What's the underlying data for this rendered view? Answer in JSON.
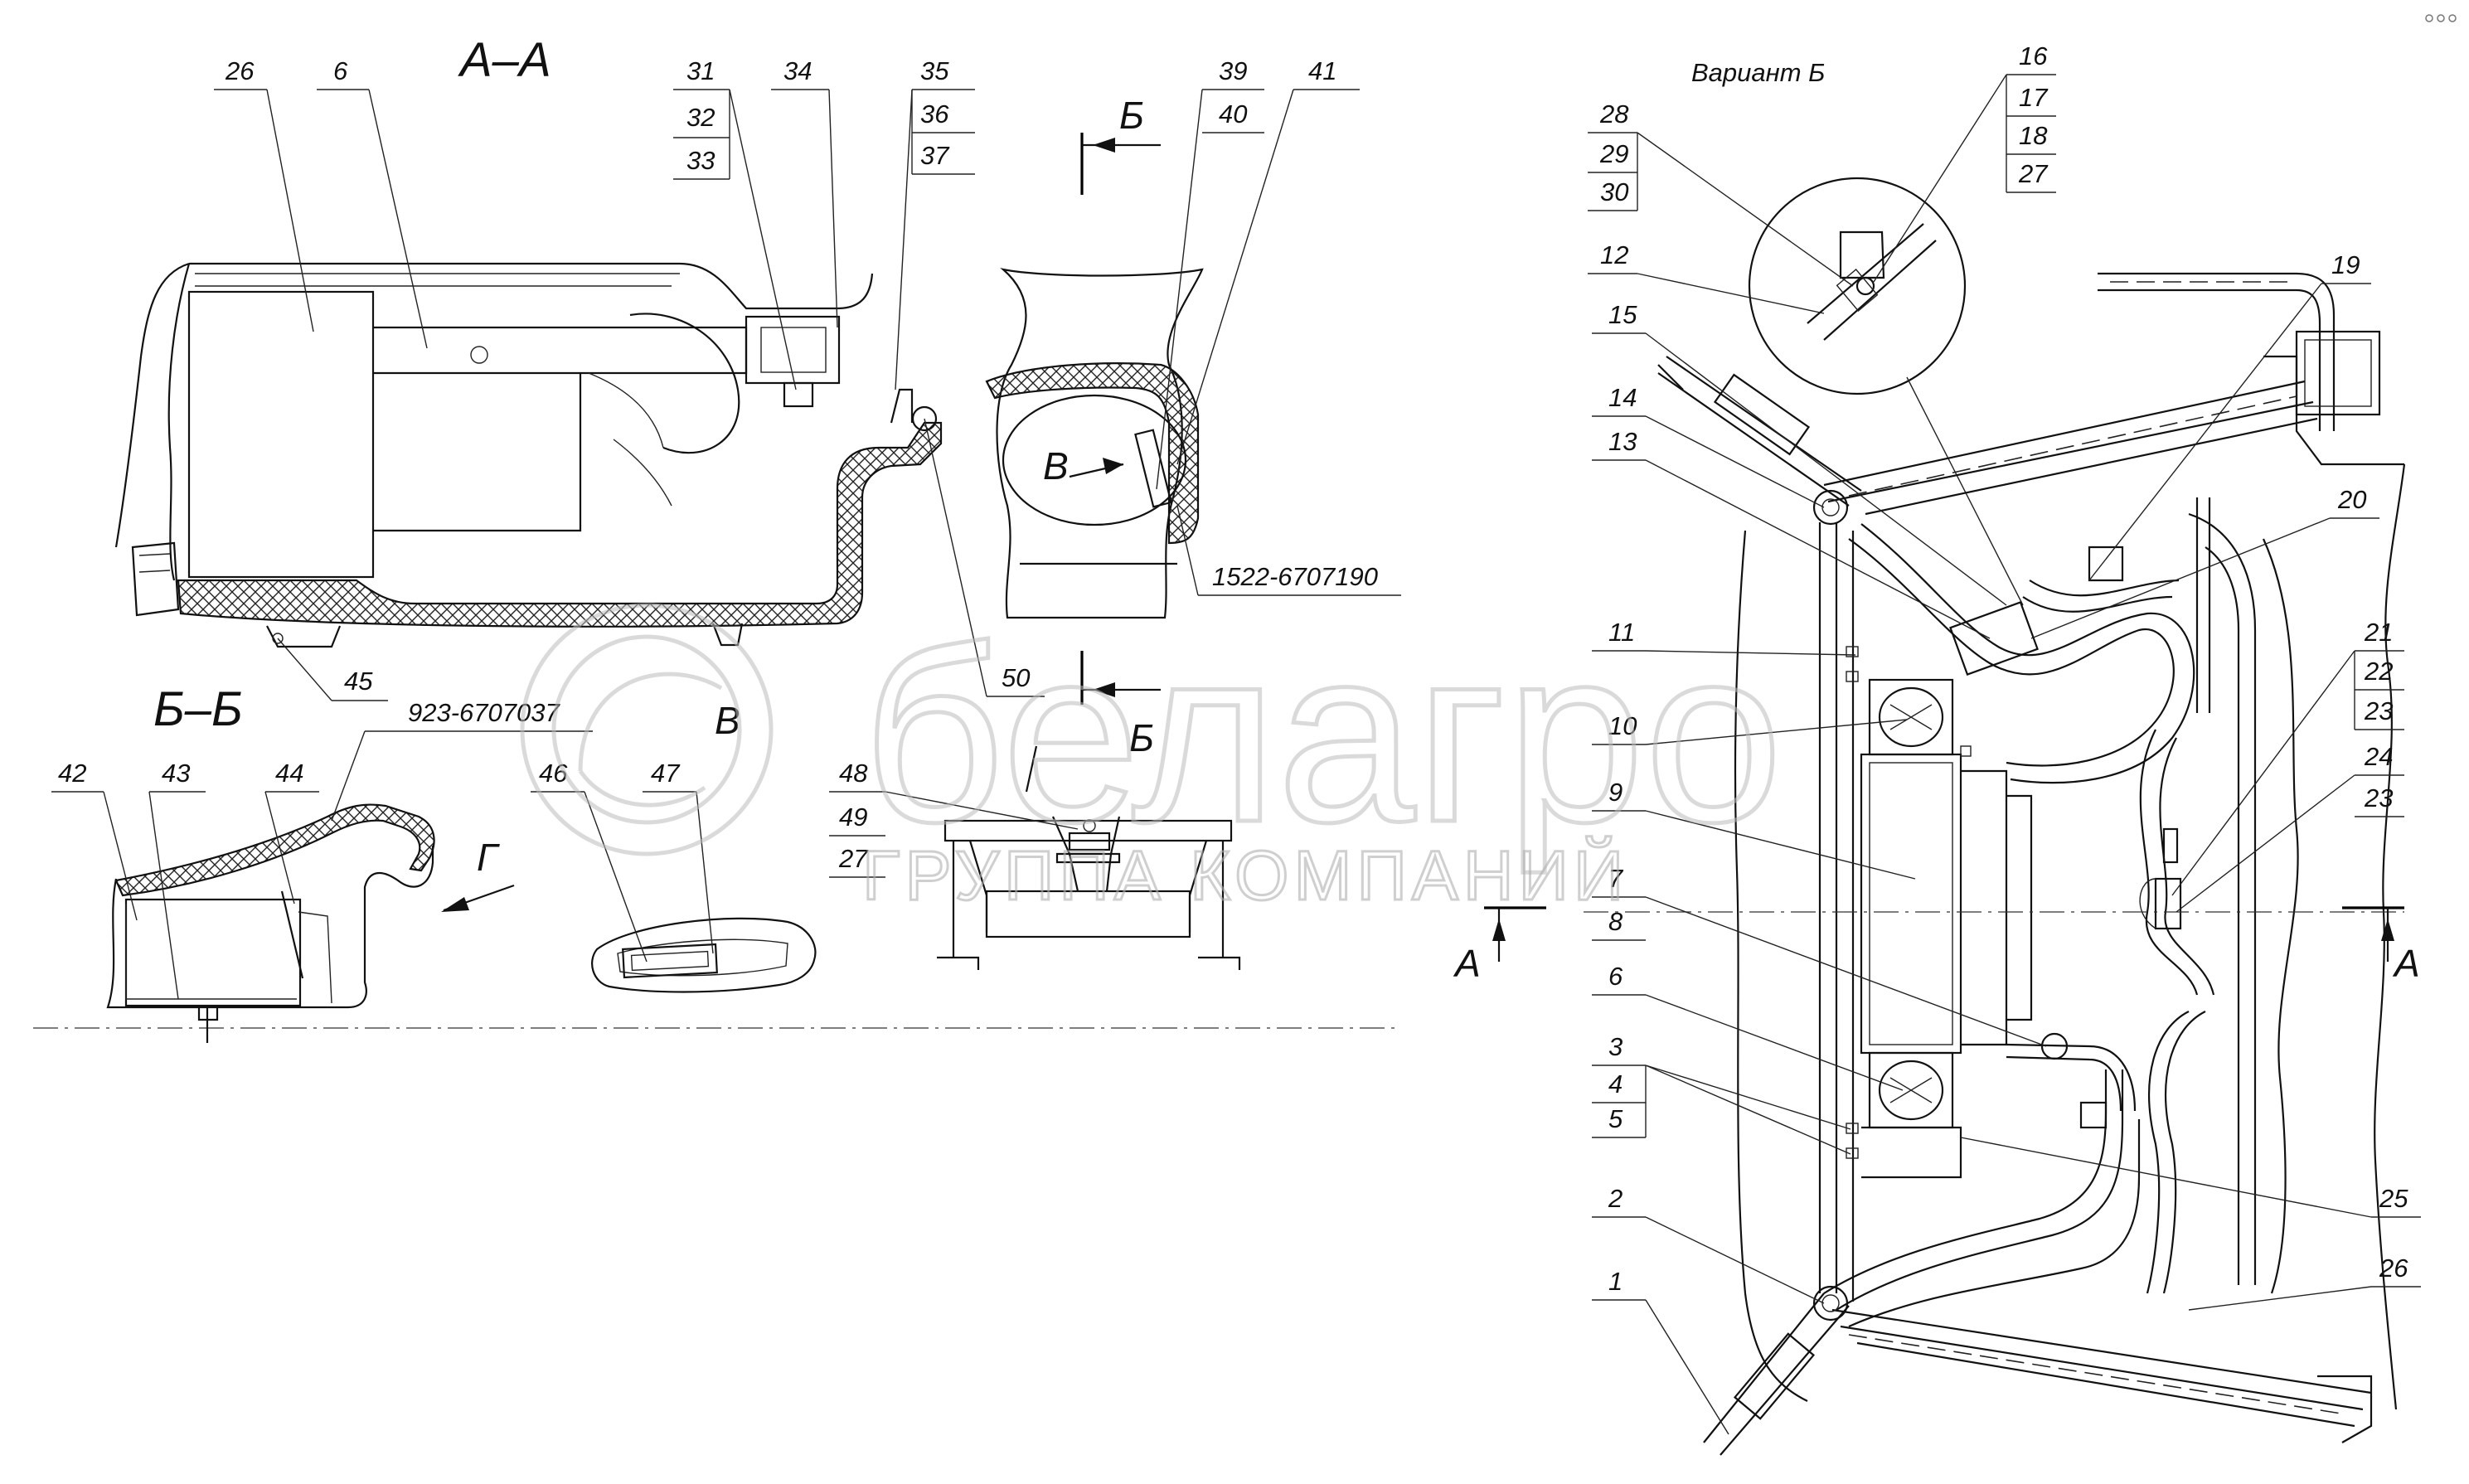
{
  "views": {
    "section_aa": "А–А",
    "section_bb": "Б–Б",
    "view_b_cut": "Б",
    "view_v": "В",
    "view_g": "Г",
    "variant_b": "Вариант Б",
    "view_a": "А"
  },
  "part_numbers": {
    "p1522": "1522-6707190",
    "p923": "923-6707037"
  },
  "callouts": {
    "c1": "1",
    "c2": "2",
    "c3": "3",
    "c4": "4",
    "c5": "5",
    "c6": "6",
    "c7": "7",
    "c8": "8",
    "c9": "9",
    "c10": "10",
    "c11": "11",
    "c12": "12",
    "c13": "13",
    "c14": "14",
    "c15": "15",
    "c16": "16",
    "c17": "17",
    "c18": "18",
    "c19": "19",
    "c20": "20",
    "c21": "21",
    "c22": "22",
    "c23": "23",
    "c24": "24",
    "c25": "25",
    "c26": "26",
    "c27": "27",
    "c28": "28",
    "c29": "29",
    "c30": "30",
    "c31": "31",
    "c32": "32",
    "c33": "33",
    "c34": "34",
    "c35": "35",
    "c36": "36",
    "c37": "37",
    "c39": "39",
    "c40": "40",
    "c41": "41",
    "c42": "42",
    "c43": "43",
    "c44": "44",
    "c45": "45",
    "c46": "46",
    "c47": "47",
    "c48": "48",
    "c49": "49",
    "c50": "50"
  },
  "watermark": {
    "brand": "белагро",
    "subtitle": "ГРУППА КОМПАНИЙ"
  },
  "icons": {
    "corner": "window-controls-icon"
  }
}
